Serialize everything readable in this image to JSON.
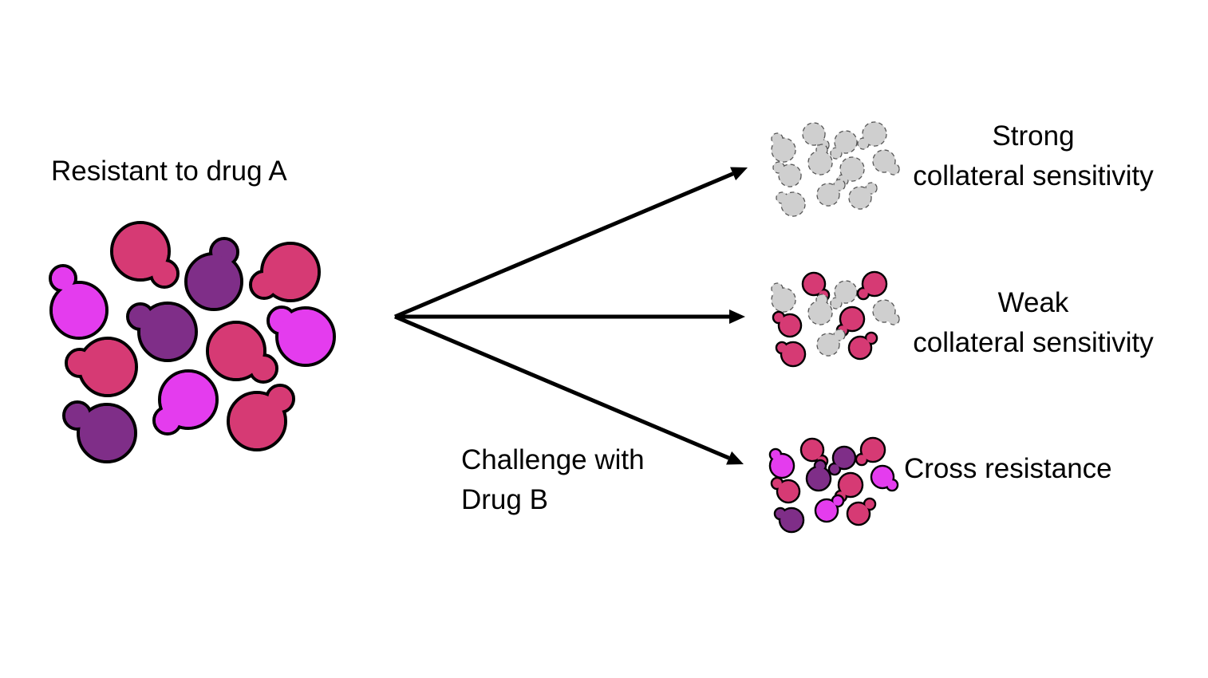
{
  "source_label": "Resistant to drug A",
  "challenge_label": [
    "Challenge with",
    "Drug B"
  ],
  "outcomes": [
    {
      "line1": "Strong",
      "line2": "collateral sensitivity",
      "dead_fraction": 1.0
    },
    {
      "line1": "Weak",
      "line2": "collateral sensitivity",
      "dead_fraction": 0.5
    },
    {
      "line1": "Cross resistance",
      "line2": "",
      "dead_fraction": 0.0
    }
  ],
  "colors": {
    "pink": "#d63a74",
    "purple": "#7f2e88",
    "magenta": "#e43cee",
    "dead_fill": "#cfcfcf",
    "dead_stroke": "#555555",
    "outline": "#000000",
    "arrow": "#000000"
  }
}
